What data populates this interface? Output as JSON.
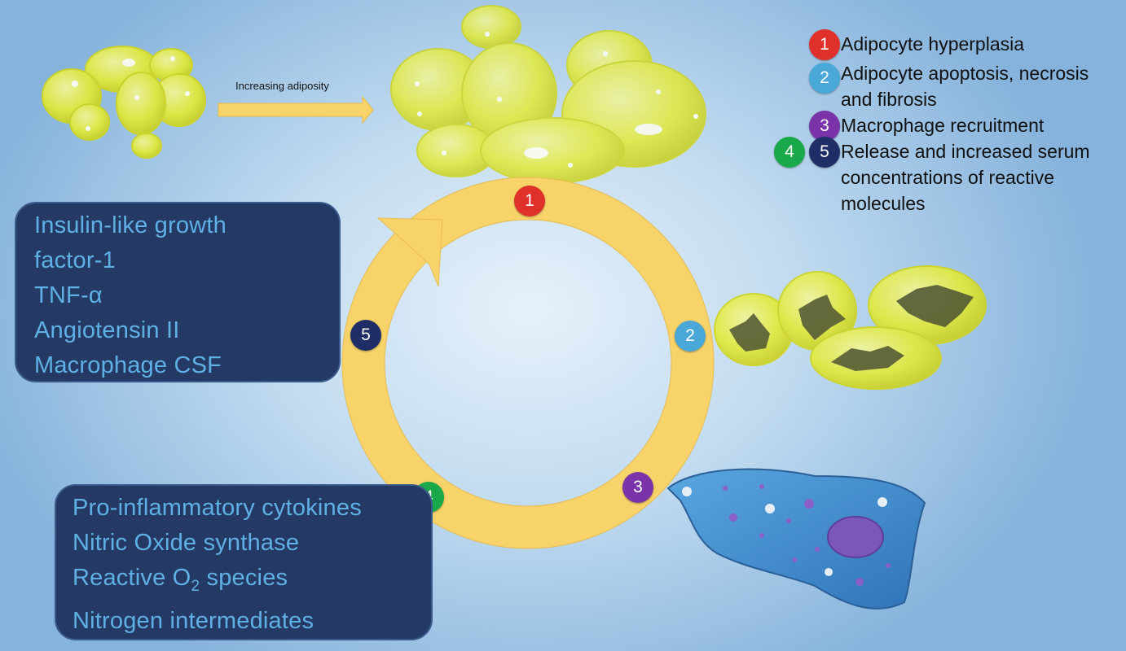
{
  "arrow_label": "Increasing adiposity",
  "legend": [
    {
      "markers": [
        "1"
      ],
      "text": [
        "Adipocyte hyperplasia"
      ]
    },
    {
      "markers": [
        "2"
      ],
      "text": [
        "Adipocyte apoptosis, necrosis",
        "and fibrosis"
      ]
    },
    {
      "markers": [
        "3"
      ],
      "text": [
        "Macrophage recruitment"
      ]
    },
    {
      "markers": [
        "4",
        "5"
      ],
      "text": [
        "Release and increased serum",
        "concentrations of reactive",
        "molecules"
      ]
    }
  ],
  "cycle_markers": [
    "1",
    "2",
    "3",
    "4",
    "5"
  ],
  "box_top": {
    "lines": [
      "Insulin-like growth",
      "factor-1",
      "TNF-α",
      "Angiotensin II",
      "Macrophage CSF"
    ]
  },
  "box_bottom": {
    "lines": [
      "Pro-inflammatory cytokines",
      "Nitric Oxide synthase",
      "Reactive O",
      "2",
      " species",
      "Nitrogen intermediates"
    ]
  },
  "colors": {
    "marker_1": "#e0302a",
    "marker_2": "#4aa8d8",
    "marker_3": "#7a33a8",
    "marker_4": "#19a84a",
    "marker_5": "#1f2e66",
    "ring": "#f8d36a",
    "adipocyte": "#e4ec3a",
    "box_bg": "#243a64",
    "box_text": "#5fb0e4",
    "macrophage": "#3f8fd0"
  }
}
